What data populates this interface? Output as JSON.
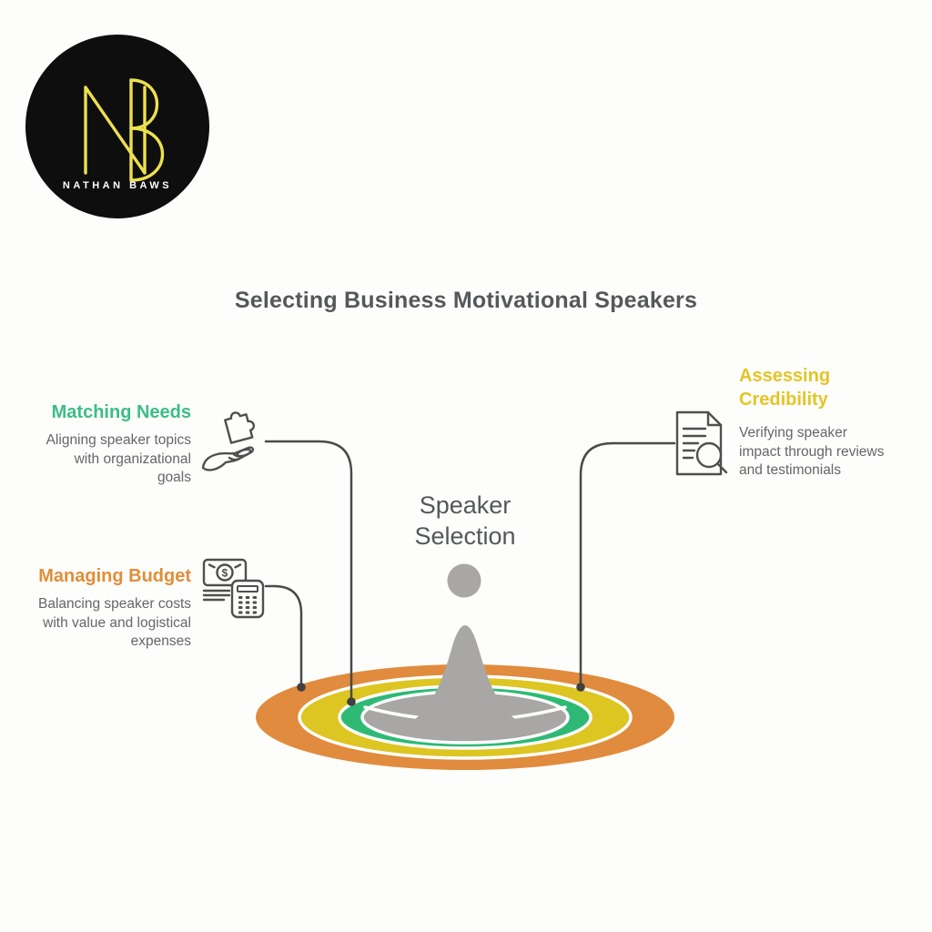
{
  "logo": {
    "monogram": "NB",
    "brand": "NATHAN BAWS",
    "bg_color": "#0e0e0e",
    "monogram_color": "#ede04f",
    "brand_color": "#ffffff"
  },
  "title": "Selecting Business Motivational Speakers",
  "center": {
    "label_lines": [
      "Speaker",
      "Selection"
    ]
  },
  "sections": [
    {
      "id": "matching-needs",
      "heading": "Matching Needs",
      "heading_color": "#3cbd87",
      "icon": "hand-holding-puzzle-icon",
      "description_lines": [
        "Aligning speaker topics",
        "with organizational",
        "goals"
      ]
    },
    {
      "id": "managing-budget",
      "heading": "Managing Budget",
      "heading_color": "#e08e38",
      "icon": "banknote-calculator-icon",
      "description_lines": [
        "Balancing speaker costs",
        "with value and logistical",
        "expenses"
      ]
    },
    {
      "id": "assessing-credibility",
      "heading": "Assessing Credibility",
      "heading_color": "#e3c526",
      "icon": "document-magnifier-icon",
      "description_lines": [
        "Verifying speaker",
        "impact through reviews",
        "and testimonials"
      ]
    }
  ],
  "funnel": {
    "ring_colors": {
      "outer_orange": "#e08b3d",
      "middle_yellow": "#ddc522",
      "inner_green": "#2eba74",
      "core_gray": "#a8a7a5"
    },
    "figure_color": "#a8a7a5",
    "connector_color": "#4a4a4a",
    "separator_color": "#ffffff"
  }
}
